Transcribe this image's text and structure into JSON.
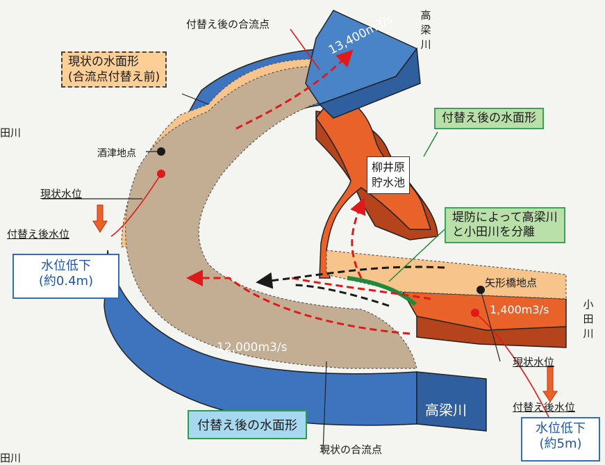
{
  "labels": {
    "goryu_after": "付替え後の合流点",
    "current_surface": [
      "現状の水面形",
      "(合流点付替え前)"
    ],
    "after_surface_top": "付替え後の水面形",
    "after_surface_bottom": "付替え後の水面形",
    "sakazu": "酒津地点",
    "current_level_left": "現状水位",
    "after_level_left": "付替え後水位",
    "drop_left": [
      "水位低下",
      "(約0.4m)"
    ],
    "reservoir": [
      "柳井原",
      "貯水池"
    ],
    "levee": [
      "堤防によって高梁川",
      "と小田川を分離"
    ],
    "yagata": "矢形橋地点",
    "current_level_right": "現状水位",
    "after_level_right": "付替え後水位",
    "drop_right": [
      "水位低下",
      "(約5m)"
    ],
    "goryu_current": "現状の合流点",
    "takahashi_top": "高梁川",
    "takahashi_bottom": "高梁川",
    "oda_right": "小田川",
    "edge_top": "田川",
    "edge_bottom": "田川"
  },
  "flows": {
    "top": "13,400m3/s",
    "bottom": "12,000m3/s",
    "oda": "1,400m3/s"
  },
  "colors": {
    "river_blue": "#4a84c8",
    "river_blue_dark": "#2f5f9f",
    "channel_tan": "#c3ad93",
    "water_surface_orange": "#f7c58c",
    "oda_orange": "#e8622a",
    "oda_dark": "#b5431c",
    "red_arrow": "#e01a1a",
    "levee_green": "#1f8a3b"
  }
}
